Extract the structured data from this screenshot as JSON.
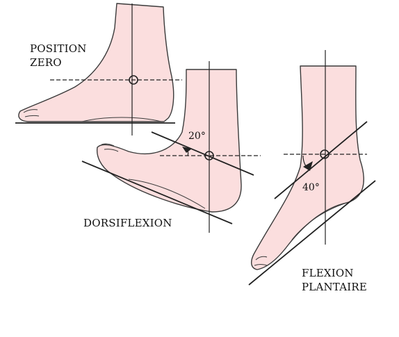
{
  "colors": {
    "skin": "#fbdede",
    "outline": "#3a3a3a",
    "axis": "#222222",
    "background": "#ffffff"
  },
  "panels": {
    "zero": {
      "label_line1": "POSITION",
      "label_line2": "ZERO"
    },
    "dorsiflexion": {
      "label": "DORSIFLEXION",
      "angle": "20°"
    },
    "plantar": {
      "label_line1": "FLEXION",
      "label_line2": "PLANTAIRE",
      "angle": "40°"
    }
  }
}
